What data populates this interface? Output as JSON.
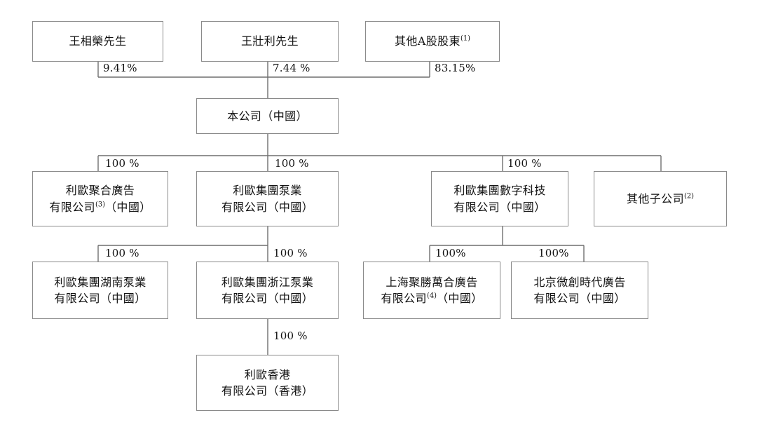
{
  "diagram": {
    "title": "Corporate shareholding structure chart",
    "type": "org-chart",
    "background_color": "#ffffff",
    "box_border_color": "#8a8a8a",
    "line_color": "#6e6e6e",
    "text_color": "#111111"
  },
  "nodes": {
    "shareholder_wang_xiangrong": {
      "line1": "王相榮先生",
      "line2": "",
      "sup": ""
    },
    "shareholder_wang_zhuangli": {
      "line1": "王壯利先生",
      "line2": "",
      "sup": ""
    },
    "shareholder_other_a_shares": {
      "line1": "其他A股股東",
      "line2": "",
      "sup": "(1)"
    },
    "company": {
      "line1": "本公司（中國）",
      "line2": "",
      "sup": ""
    },
    "juhe_advertising": {
      "line1": "利歐聚合廣告",
      "line2": "有限公司",
      "line2_tail": "（中國）",
      "sup": "(3)"
    },
    "group_pump": {
      "line1": "利歐集團泵業",
      "line2": "有限公司（中國）",
      "sup": ""
    },
    "digital_technology": {
      "line1": "利歐集團數字科技",
      "line2": "有限公司（中國）",
      "sup": ""
    },
    "other_subsidiaries": {
      "line1": "其他子公司",
      "line2": "",
      "sup": "(2)"
    },
    "hunan_pump": {
      "line1": "利歐集團湖南泵業",
      "line2": "有限公司（中國）",
      "sup": ""
    },
    "zhejiang_pump": {
      "line1": "利歐集團浙江泵業",
      "line2": "有限公司（中國）",
      "sup": ""
    },
    "shanghai_jusheng": {
      "line1": "上海聚勝萬合廣告",
      "line2": "有限公司",
      "line2_tail": "（中國）",
      "sup": "(4)"
    },
    "beijing_weichuang": {
      "line1": "北京微創時代廣告",
      "line2": "有限公司（中國）",
      "sup": ""
    },
    "hongkong": {
      "line1": "利歐香港",
      "line2": "有限公司（香港）",
      "sup": ""
    }
  },
  "edges": [
    {
      "id": "edge-wang-xiangrong-to-company",
      "label": "9.41%"
    },
    {
      "id": "edge-wang-zhuangli-to-company",
      "label": "7.44 %"
    },
    {
      "id": "edge-other-a-to-company",
      "label": "83.15%"
    },
    {
      "id": "edge-company-to-juhe",
      "label": "100 %"
    },
    {
      "id": "edge-company-to-group-pump",
      "label": "100 %"
    },
    {
      "id": "edge-company-to-digital",
      "label": "100 %"
    },
    {
      "id": "edge-group-pump-to-hunan",
      "label": "100 %"
    },
    {
      "id": "edge-group-pump-to-zhejiang",
      "label": "100 %"
    },
    {
      "id": "edge-digital-to-shanghai",
      "label": "100%"
    },
    {
      "id": "edge-digital-to-beijing",
      "label": "100%"
    },
    {
      "id": "edge-zhejiang-to-hongkong",
      "label": "100 %"
    }
  ]
}
